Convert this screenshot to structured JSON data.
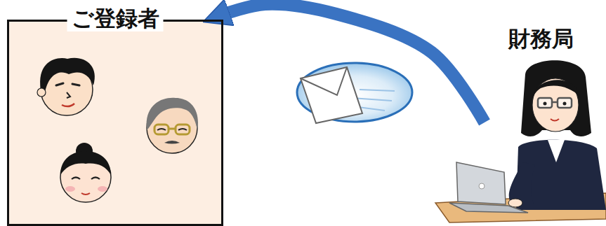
{
  "diagram": {
    "nodes": [
      {
        "text": [
          "ご登録者"
        ]
      },
      {
        "text": [
          "財務局"
        ]
      }
    ],
    "edges": [
      {
        "from": 1,
        "to": 0,
        "arrow": "to"
      }
    ]
  }
}
